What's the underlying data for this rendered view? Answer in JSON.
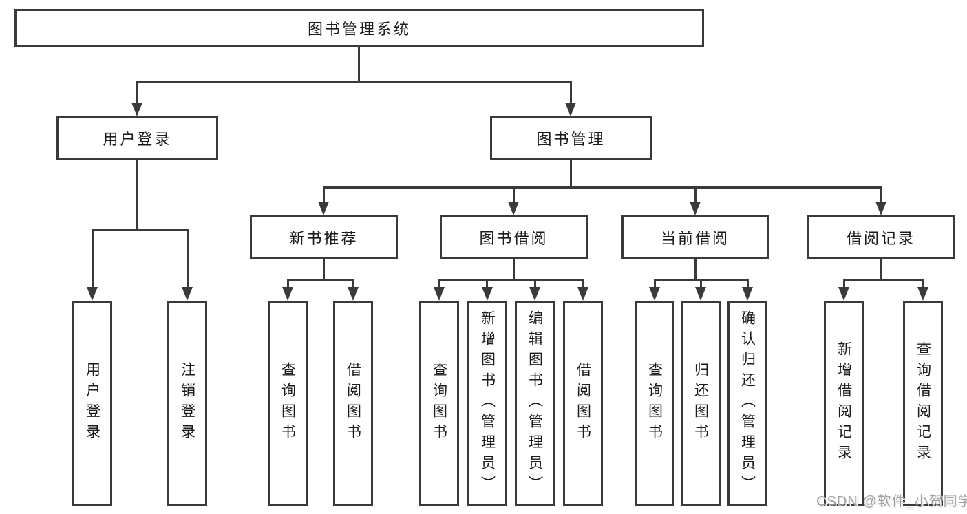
{
  "colors": {
    "line": "#3a3a3a",
    "box_border": "#3a3a3a",
    "text": "#1c1c1c",
    "background": "#ffffff",
    "watermark": "#9f9f9f"
  },
  "root": {
    "label": "图书管理系统"
  },
  "branches": {
    "user_login": {
      "label": "用户登录",
      "children": [
        {
          "label": "用户登录"
        },
        {
          "label": "注销登录"
        }
      ]
    },
    "book_mgmt": {
      "label": "图书管理",
      "sections": [
        {
          "label": "新书推荐",
          "children": [
            {
              "label": "查询图书"
            },
            {
              "label": "借阅图书"
            }
          ]
        },
        {
          "label": "图书借阅",
          "children": [
            {
              "label": "查询图书"
            },
            {
              "label": "新增图书（管理员）"
            },
            {
              "label": "编辑图书（管理员）"
            },
            {
              "label": "借阅图书"
            }
          ]
        },
        {
          "label": "当前借阅",
          "children": [
            {
              "label": "查询图书"
            },
            {
              "label": "归还图书"
            },
            {
              "label": "确认归还（管理员）"
            }
          ]
        },
        {
          "label": "借阅记录",
          "children": [
            {
              "label": "新增借阅记录"
            },
            {
              "label": "查询借阅记录"
            }
          ]
        }
      ]
    }
  },
  "watermark": {
    "text": "CSDN @软件_小贺同学"
  }
}
